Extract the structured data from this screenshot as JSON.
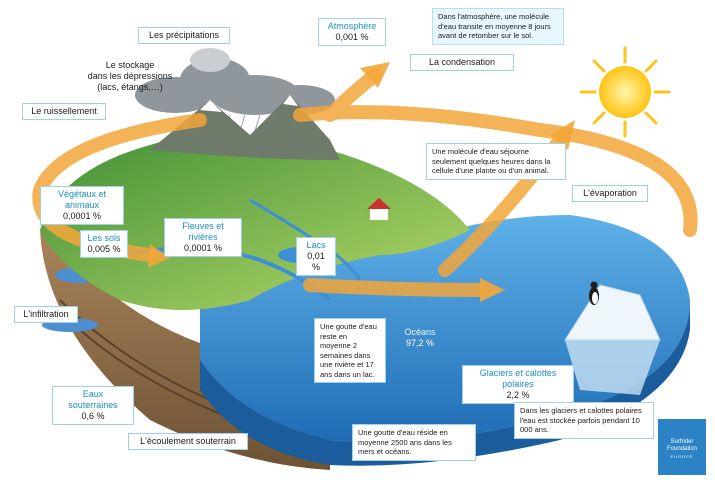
{
  "labels": {
    "precipitations": "Les précipitations",
    "stockage": "Le stockage\ndans les dépressions\n(lacs, étangs,…)",
    "ruissellement": "Le ruissellement",
    "condensation": "La condensation",
    "evaporation": "L'évaporation",
    "infiltration": "L'infiltration",
    "ecoulement": "L'écoulement souterrain"
  },
  "stocks": {
    "atmosphere": {
      "title": "Atmosphère",
      "value": "0,001 %"
    },
    "vegetaux": {
      "title": "Végétaux et animaux",
      "value": "0,0001 %"
    },
    "sols": {
      "title": "Les sols",
      "value": "0,005 %"
    },
    "fleuves": {
      "title": "Fleuves et rivières",
      "value": "0,0001 %"
    },
    "lacs": {
      "title": "Lacs",
      "value": "0,01 %"
    },
    "oceans": {
      "title": "Océans",
      "value": "97,2 %"
    },
    "glaciers": {
      "title": "Glaciers et calottes polaires",
      "value": "2,2 %"
    },
    "souterraines": {
      "title": "Eaux souterraines",
      "value": "0,6 %"
    }
  },
  "notes": {
    "atmosphere": "Dans l'atmosphère, une molécule d'eau transite en moyenne 8 jours avant de retomber sur le sol.",
    "plante": "Une molécule d'eau séjourne seulement quelques heures dans la cellule d'une plante ou d'un animal.",
    "riviere": "Une goutte d'eau reste en moyenne 2 semaines dans une rivière et 17 ans dans un lac.",
    "mers": "Une goutte d'eau réside en moyenne 2500 ans dans les mers et océans.",
    "glaciers": "Dans les glaciers et calottes polaires l'eau est stockée parfois pendant 10 000 ans."
  },
  "logo": {
    "line1": "Surfrider",
    "line2": "Foundation",
    "line3": "EUROPE"
  },
  "colors": {
    "arrow": "#f3a63a",
    "ocean": "#2a7fc9",
    "land": "#5aa83a",
    "sun": "#ffd21a",
    "label_border": "#9fd2ea",
    "label_title": "#1a8fc3"
  }
}
